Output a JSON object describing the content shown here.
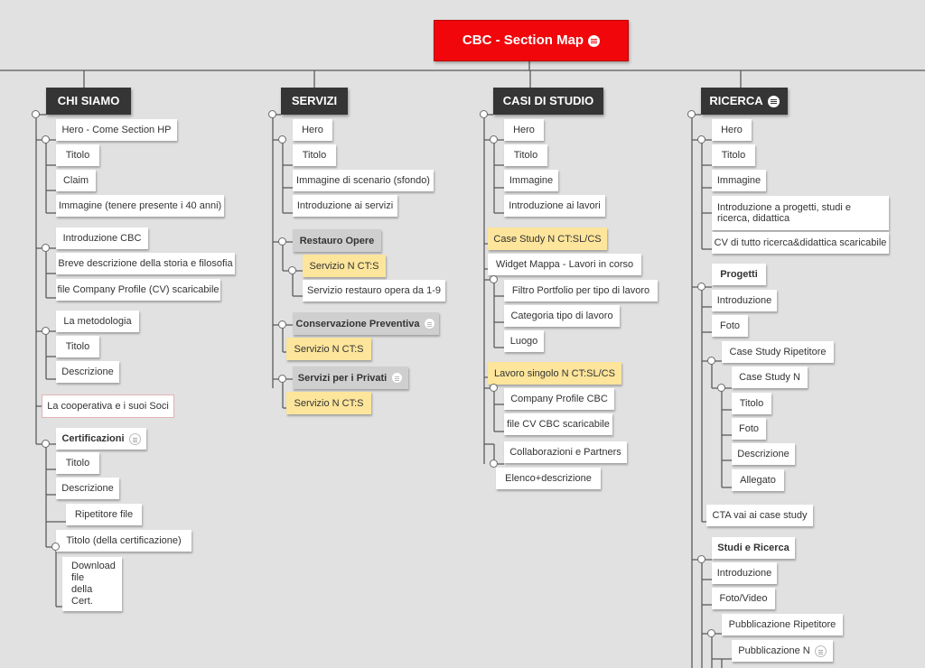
{
  "root": {
    "label": "CBC - Section Map"
  },
  "columns": {
    "chi_siamo": {
      "header": "CHI SIAMO",
      "n1": "Hero - Come Section HP",
      "n2": "Titolo",
      "n3": "Claim",
      "n4": "Immagine (tenere presente i 40 anni)",
      "n5": "Introduzione CBC",
      "n6": "Breve descrizione della storia e filosofia",
      "n7": "file Company Profile (CV) scaricabile",
      "n8": "La metodologia",
      "n9": "Titolo",
      "n10": "Descrizione",
      "n11": "La cooperativa e i suoi Soci",
      "n12": "Certificazioni",
      "n13": "Titolo",
      "n14": "Descrizione",
      "n15": "Ripetitore file",
      "n16": "Titolo (della certificazione)",
      "n17": "Download file della Cert."
    },
    "servizi": {
      "header": "SERVIZI",
      "n1": "Hero",
      "n2": "Titolo",
      "n3": "Immagine di scenario (sfondo)",
      "n4": "Introduzione ai servizi",
      "n5": "Restauro Opere",
      "n6": "Servizio N CT:S",
      "n7": "Servizio restauro opera da 1-9",
      "n8": "Conservazione Preventiva",
      "n9": "Servizio N CT:S",
      "n10": "Servizi per i Privati",
      "n11": "Servizio N CT:S"
    },
    "casi": {
      "header": "CASI DI STUDIO",
      "n1": "Hero",
      "n2": "Titolo",
      "n3": "Immagine",
      "n4": "Introduzione ai lavori",
      "n5": "Case Study N CT:SL/CS",
      "n6": "Widget Mappa - Lavori in corso",
      "n7": "Filtro Portfolio per tipo di lavoro",
      "n8": "Categoria tipo di lavoro",
      "n9": "Luogo",
      "n10": "Lavoro singolo N CT:SL/CS",
      "n11": "Company Profile CBC",
      "n12": "file CV CBC scaricabile",
      "n13": "Collaborazioni e Partners",
      "n14": "Elenco+descrizione"
    },
    "ricerca": {
      "header": "RICERCA",
      "n1": "Hero",
      "n2": "Titolo",
      "n3": "Immagine",
      "n4": "Introduzione a progetti, studi e ricerca, didattica",
      "n5": "CV di tutto ricerca&didattica scaricabile",
      "n6": "Progetti",
      "n7": "Introduzione",
      "n8": "Foto",
      "n9": "Case Study Ripetitore",
      "n10": "Case Study N",
      "n11": "Titolo",
      "n12": "Foto",
      "n13": "Descrizione",
      "n14": "Allegato",
      "n15": "CTA vai ai case study",
      "n16": "Studi e Ricerca",
      "n17": "Introduzione",
      "n18": "Foto/Video",
      "n19": "Pubblicazione Ripetitore",
      "n20": "Pubblicazione N"
    }
  }
}
